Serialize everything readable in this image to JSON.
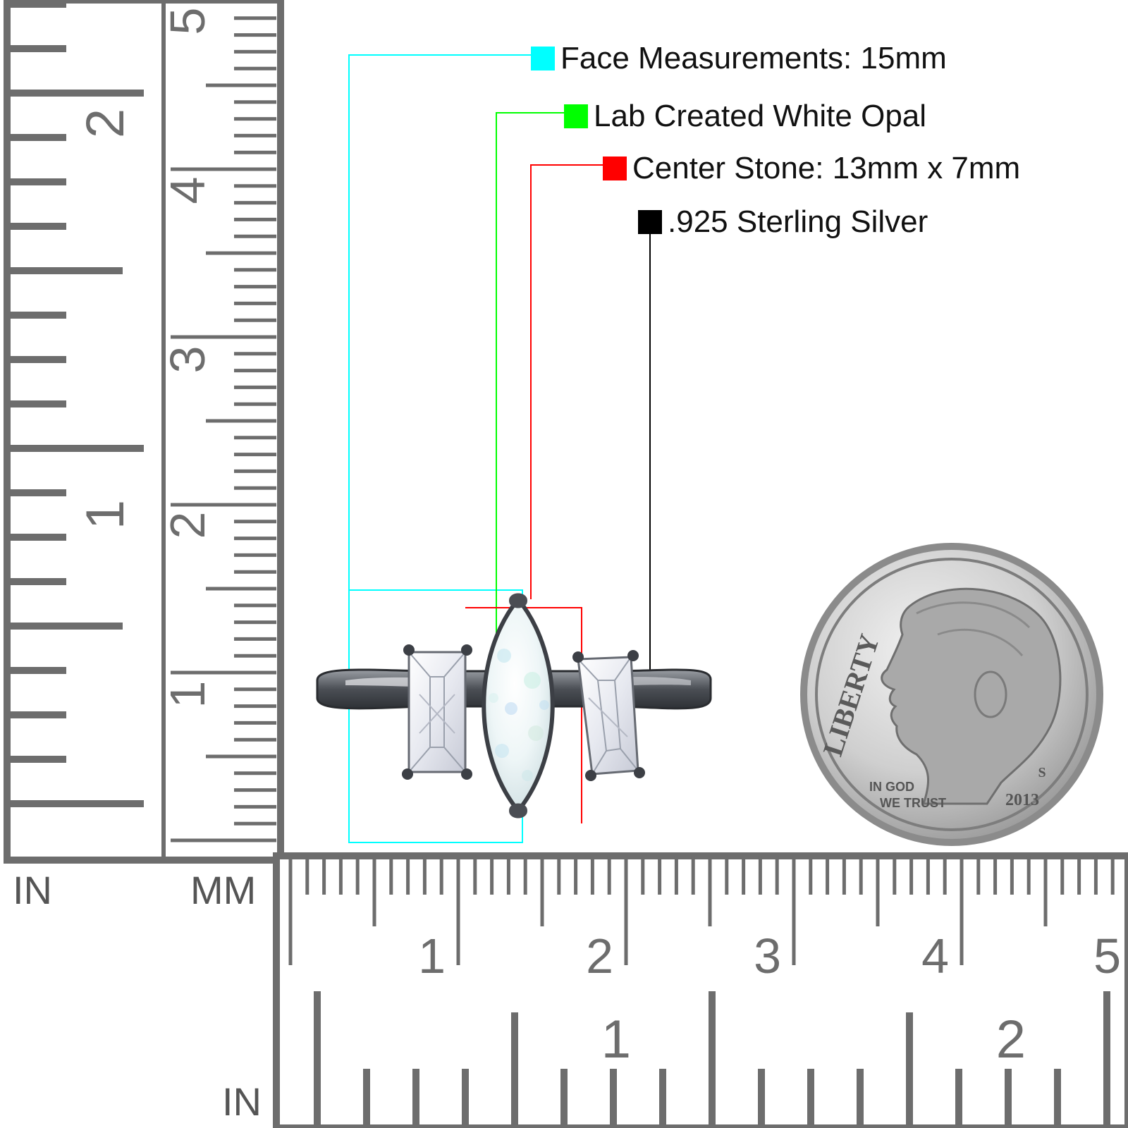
{
  "legend": {
    "face": {
      "text": "Face Measurements: 15mm",
      "color": "#00ffff"
    },
    "material": {
      "text": "Lab Created White Opal",
      "color": "#00ff00"
    },
    "center": {
      "text": "Center Stone: 13mm x 7mm",
      "color": "#ff0000"
    },
    "metal": {
      "text": ".925 Sterling Silver",
      "color": "#000000"
    }
  },
  "rulers": {
    "corner_in_label": "IN",
    "corner_mm_label": "MM",
    "bottom_in_label": "IN",
    "vertical_inch_numbers": [
      "1",
      "2"
    ],
    "vertical_cm_numbers": [
      "1",
      "2",
      "3",
      "4",
      "5"
    ],
    "horizontal_cm_numbers": [
      "1",
      "2",
      "3",
      "4",
      "5"
    ],
    "horizontal_inch_numbers": [
      "1",
      "2"
    ],
    "ruler_color": "#6d6d6d"
  },
  "coin": {
    "legend_text": "LIBERTY",
    "motto_line1": "IN GOD",
    "motto_line2": "WE TRUST",
    "year": "2013",
    "mint_mark": "S"
  }
}
